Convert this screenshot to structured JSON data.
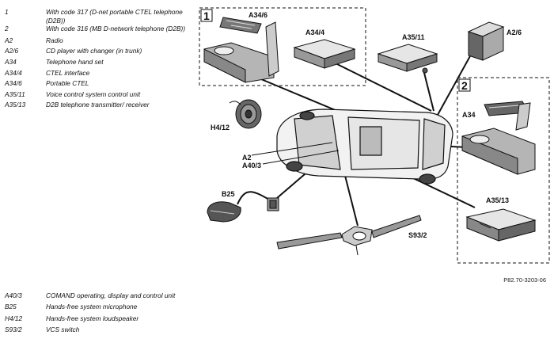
{
  "legend_top": [
    {
      "code": "1",
      "desc": "With code 317 (D-net portable CTEL telephone (D2B))"
    },
    {
      "code": "2",
      "desc": "With code 316 (MB D-network telephone (D2B))"
    },
    {
      "code": "A2",
      "desc": "Radio"
    },
    {
      "code": "A2/6",
      "desc": "CD player with changer (in trunk)"
    },
    {
      "code": "A34",
      "desc": "Telephone hand set"
    },
    {
      "code": "A34/4",
      "desc": "CTEL interface"
    },
    {
      "code": "A34/6",
      "desc": "Portable CTEL"
    },
    {
      "code": "A35/11",
      "desc": "Voice control system control unit"
    },
    {
      "code": "A35/13",
      "desc": "D2B telephone transmitter/ receiver"
    }
  ],
  "legend_bottom": [
    {
      "code": "A40/3",
      "desc": "COMAND operating, display and control unit"
    },
    {
      "code": "B25",
      "desc": "Hands-free system microphone"
    },
    {
      "code": "H4/12",
      "desc": "Hands-free system loudspeaker"
    },
    {
      "code": "S93/2",
      "desc": "VCS switch"
    }
  ],
  "diagram": {
    "group_1": "1",
    "group_2": "2",
    "labels": {
      "a34_6": "A34/6",
      "a34_4": "A34/4",
      "a35_11": "A35/11",
      "a2_6": "A2/6",
      "a34": "A34",
      "h4_12": "H4/12",
      "a2": "A2",
      "a40_3": "A40/3",
      "b25": "B25",
      "s93_2": "S93/2",
      "a35_13": "A35/13"
    }
  },
  "reference": "P82.70-3203-06"
}
